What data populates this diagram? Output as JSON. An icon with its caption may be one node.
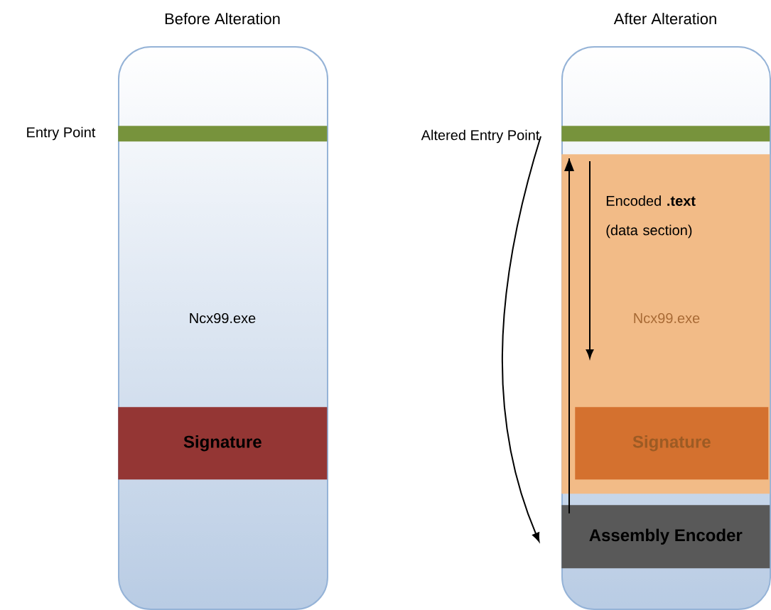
{
  "diagram": {
    "nodes": [
      {
        "text": [
          "Before Alteration",
          "Ncx99.exe"
        ]
      },
      {
        "text": [],
        "shape": "bar",
        "in": 0,
        "beside": [
          "Entry Point"
        ]
      },
      {
        "text": [
          "Signature"
        ],
        "in": 0
      },
      {
        "text": [
          "After Alteration"
        ]
      },
      {
        "text": [],
        "shape": "bar",
        "in": 3
      },
      {
        "text": [
          "Altered Entry Point"
        ]
      },
      {
        "text": [
          "Encoded **.text** (data section)",
          "Ncx99.exe"
        ],
        "in": 3
      },
      {
        "text": [
          "Signature"
        ],
        "in": 6
      },
      {
        "text": [
          "Assembly Encoder"
        ],
        "in": 3
      }
    ],
    "edges": [
      {
        "from": 5,
        "to": 8,
        "arrow": "to"
      },
      {
        "from": 8,
        "to": 6,
        "arrow": "to"
      }
    ]
  }
}
